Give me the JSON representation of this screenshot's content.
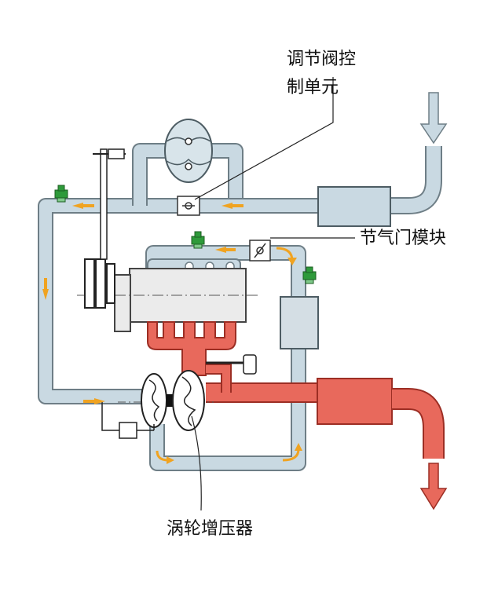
{
  "labels": {
    "control_unit_line1": "调节阀控",
    "control_unit_line2": "制单元",
    "throttle_module": "节气门模块",
    "turbocharger": "涡轮增压器"
  },
  "colors": {
    "air_duct": "#c9d9e2",
    "air_outline": "#6e7e86",
    "exhaust": "#e8695c",
    "exhaust_outline": "#9c2e24",
    "engine_body": "#ebebeb",
    "flow_arrow": "#f0a321",
    "sensor": "#2e9a3a",
    "side_box": "#d4dee4"
  },
  "icons": [
    "flow-arrow-icon",
    "sensor-icon",
    "throttle-valve-icon",
    "compressor-wheel-icon",
    "turbine-wheel-icon",
    "intercooler-icon",
    "air-filter-icon",
    "muffler-icon"
  ]
}
